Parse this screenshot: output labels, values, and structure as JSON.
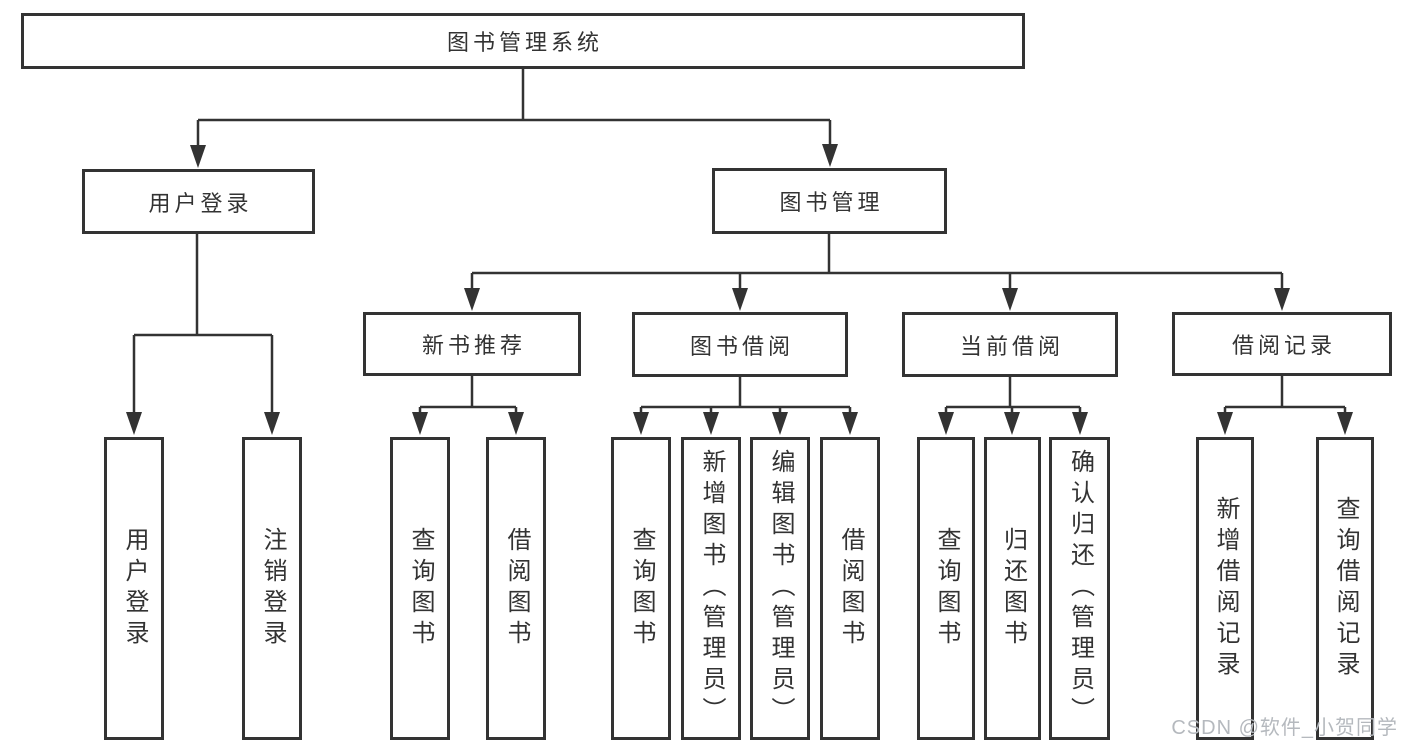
{
  "diagram": {
    "root": {
      "label": "图书管理系统"
    },
    "level2": [
      {
        "label": "用户登录"
      },
      {
        "label": "图书管理"
      }
    ],
    "level3": [
      {
        "label": "新书推荐"
      },
      {
        "label": "图书借阅"
      },
      {
        "label": "当前借阅"
      },
      {
        "label": "借阅记录"
      }
    ],
    "leaves": [
      {
        "label": "用户登录"
      },
      {
        "label": "注销登录"
      },
      {
        "label": "查询图书"
      },
      {
        "label": "借阅图书"
      },
      {
        "label": "查询图书"
      },
      {
        "label": "新增图书（管理员）"
      },
      {
        "label": "编辑图书（管理员）"
      },
      {
        "label": "借阅图书"
      },
      {
        "label": "查询图书"
      },
      {
        "label": "归还图书"
      },
      {
        "label": "确认归还（管理员）"
      },
      {
        "label": "新增借阅记录"
      },
      {
        "label": "查询借阅记录"
      }
    ]
  },
  "watermark": {
    "text": "CSDN @软件_小贺同学"
  },
  "colors": {
    "line": "#333333",
    "text": "#333333",
    "background": "#ffffff",
    "watermark": "#b5b9be"
  }
}
